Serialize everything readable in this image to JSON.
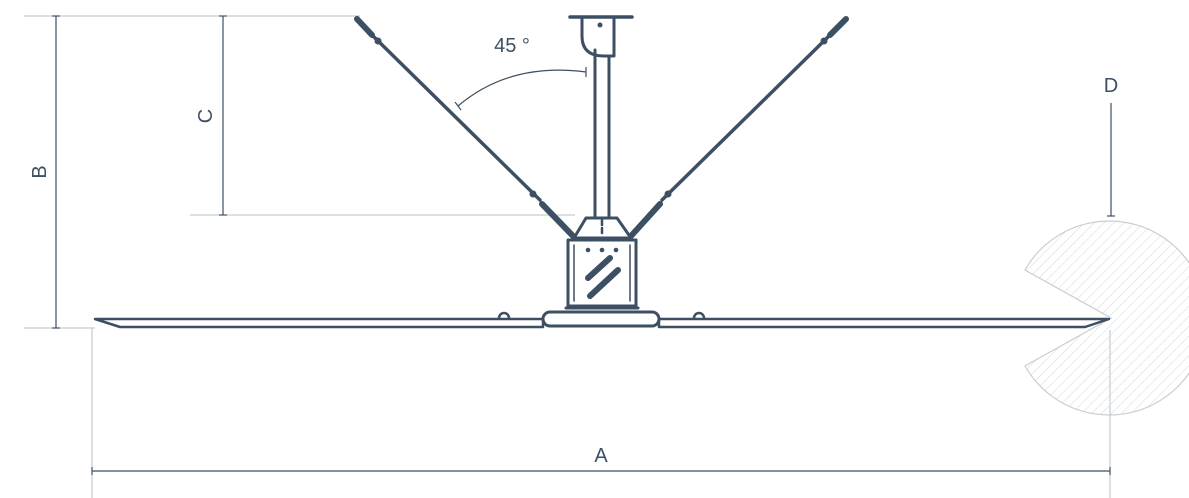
{
  "labels": {
    "angle": "45 °",
    "dim_a": "A",
    "dim_b": "B",
    "dim_c": "C",
    "dim_d": "D"
  },
  "colors": {
    "primary": "#3d4f63",
    "dimension": "#b9c0c7",
    "hatch": "#c7cdd2"
  }
}
